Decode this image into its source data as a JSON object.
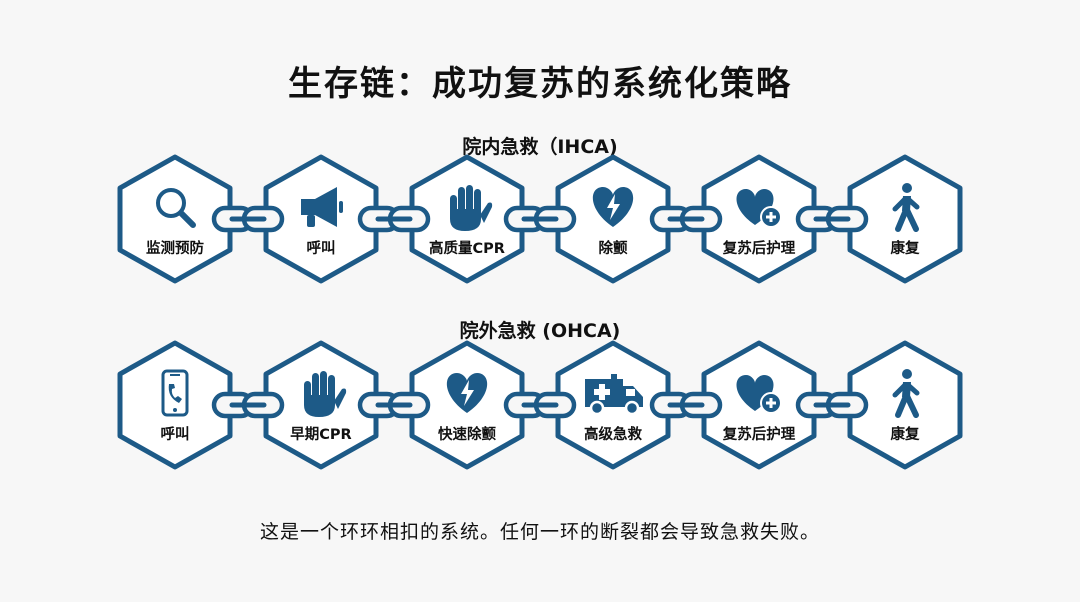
{
  "title": "生存链：成功复苏的系统化策略",
  "ihca": {
    "title": "院内急救（IHCA)",
    "steps": [
      {
        "label": "监测预防",
        "icon": "magnifier-icon"
      },
      {
        "label": "呼叫",
        "icon": "megaphone-icon"
      },
      {
        "label": "高质量CPR",
        "icon": "hand-icon"
      },
      {
        "label": "除颤",
        "icon": "heart-bolt-icon"
      },
      {
        "label": "复苏后护理",
        "icon": "heart-plus-icon"
      },
      {
        "label": "康复",
        "icon": "walking-person-icon"
      }
    ]
  },
  "ohca": {
    "title": "院外急救 (OHCA)",
    "steps": [
      {
        "label": "呼叫",
        "icon": "phone-icon"
      },
      {
        "label": "早期CPR",
        "icon": "hand-icon"
      },
      {
        "label": "快速除颤",
        "icon": "heart-bolt-icon"
      },
      {
        "label": "高级急救",
        "icon": "ambulance-icon"
      },
      {
        "label": "复苏后护理",
        "icon": "heart-plus-icon"
      },
      {
        "label": "康复",
        "icon": "walking-person-icon"
      }
    ]
  },
  "footer": "这是一个环环相扣的系统。任何一环的断裂都会导致急救失败。",
  "colors": {
    "accent": "#1d5a87",
    "background": "#f7f7f7",
    "text": "#111111"
  }
}
